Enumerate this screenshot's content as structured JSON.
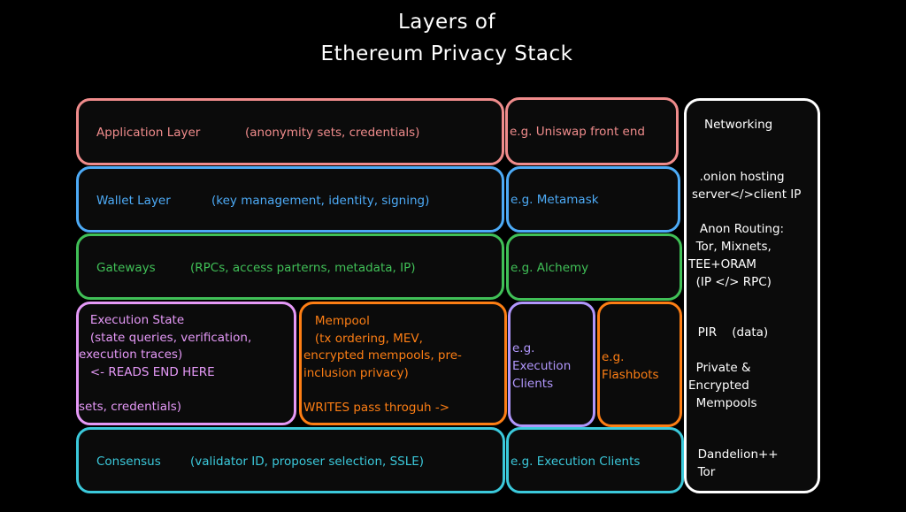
{
  "title": {
    "line1": "Layers of",
    "line2": "Ethereum Privacy Stack"
  },
  "colors": {
    "application": "#f08c8c",
    "wallet": "#4dabf7",
    "gateways": "#40c057",
    "execution": "#e599f7",
    "mempool": "#fd7e14",
    "clients": "#b197fc",
    "consensus": "#3bc9db",
    "networking": "#ffffff"
  },
  "layers": {
    "application": {
      "name": "Application Layer",
      "desc": "(anonymity sets, credentials)",
      "example": "e.g. Uniswap front end"
    },
    "wallet": {
      "name": "Wallet Layer",
      "desc": "(key management, identity, signing)",
      "example": "e.g. Metamask"
    },
    "gateways": {
      "name": "Gateways",
      "desc": "(RPCs, access parterns, metadata, IP)",
      "example": "e.g. Alchemy"
    },
    "execution": {
      "text": "   Execution State\n   (state queries, verification,\nexecution traces)\n   <- READS END HERE\n\nsets, credentials)",
      "example": "e.g.\nExecution\nClients"
    },
    "mempool": {
      "text": "   Mempool\n   (tx ordering, MEV,\nencrypted mempools, pre-\ninclusion privacy)\n\nWRITES pass throguh ->",
      "example": "e.g.\nFlashbots"
    },
    "consensus": {
      "name": "Consensus",
      "desc": "(validator ID, proposer selection, SSLE)",
      "example": "e.g. Execution Clients"
    }
  },
  "networking": {
    "title": "Networking",
    "onion": "  .onion hosting\nserver</>client IP",
    "routing": "   Anon Routing:\n  Tor, Mixnets,\nTEE+ORAM\n  (IP </> RPC)",
    "pir": "  PIR    (data)",
    "mempools": "  Private &\nEncrypted\n  Mempools",
    "dandelion": "  Dandelion++\n  Tor"
  }
}
